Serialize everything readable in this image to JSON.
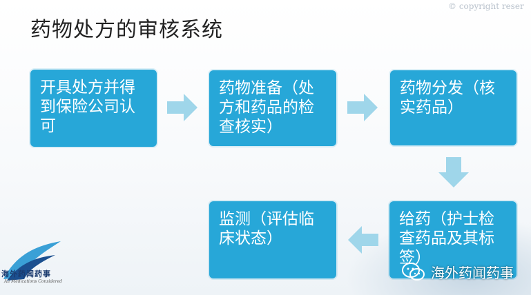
{
  "title": "药物处方的审核系统",
  "copyright": "© copyright reser",
  "steps": [
    "开具处方并得到保险公司认可",
    "药物准备（处方和药品的检查核实）",
    "药物分发（核实药品）",
    "给药（护士检查药品及其标签）",
    "监测（评估临床状态）"
  ],
  "logo": {
    "text": "海外药闻药事",
    "sub": "All Medications Considered"
  },
  "wechat": {
    "label": "海外药闻药事",
    "icon": "wechat-icon"
  },
  "colors": {
    "box": "#27a7d8",
    "arrow": "#9fd6ea",
    "title": "#222222"
  }
}
